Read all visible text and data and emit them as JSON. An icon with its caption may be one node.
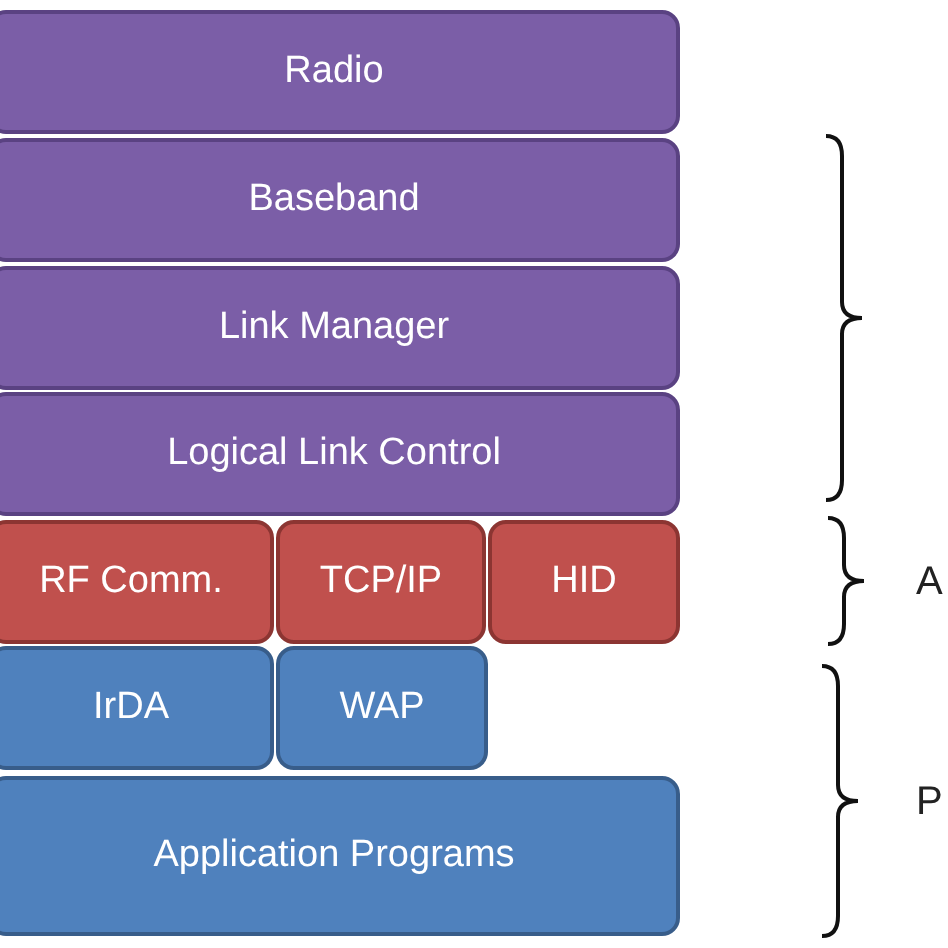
{
  "diagram": {
    "nodes": [
      {
        "text": [
          "Radio"
        ]
      },
      {
        "text": [
          "Baseband"
        ]
      },
      {
        "text": [
          "Link Manager"
        ]
      },
      {
        "text": [
          "Logical Link Control"
        ]
      },
      {
        "text": [
          "RF Comm."
        ]
      },
      {
        "text": [
          "TCP/IP"
        ]
      },
      {
        "text": [
          "HID"
        ]
      },
      {
        "text": [
          "IrDA"
        ]
      },
      {
        "text": [
          "WAP"
        ]
      },
      {
        "text": [
          "Application Programs"
        ]
      }
    ],
    "labels": [
      "A",
      "P"
    ]
  }
}
